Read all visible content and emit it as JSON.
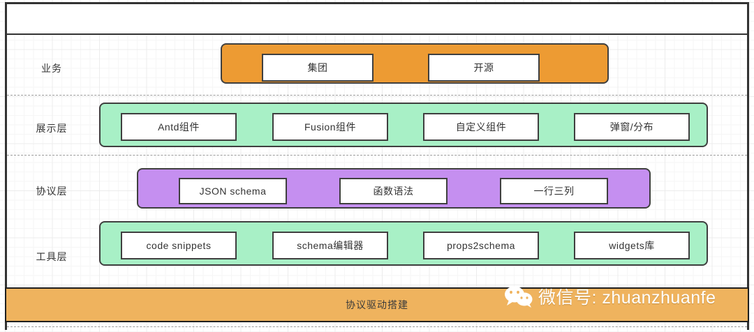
{
  "diagram": {
    "title_band": "",
    "footer_band_label": "协议驱动搭建",
    "colors": {
      "business_bar": "#ED9B33",
      "display_bar": "#A8F0C6",
      "protocol_bar": "#C58FF0",
      "tools_bar": "#A8F0C6",
      "footer_bar": "#EFB35E",
      "chip_fill": "#FFFFFF",
      "stroke": "#3F3F3F",
      "text": "#333333",
      "grid": "#ECECEC"
    },
    "layers": [
      {
        "label": "业务",
        "bar_color_name": "business_bar",
        "items": [
          "集团",
          "开源"
        ]
      },
      {
        "label": "展示层",
        "bar_color_name": "display_bar",
        "items": [
          "Antd组件",
          "Fusion组件",
          "自定义组件",
          "弹窗/分布"
        ]
      },
      {
        "label": "协议层",
        "bar_color_name": "protocol_bar",
        "items": [
          "JSON schema",
          "函数语法",
          "一行三列"
        ]
      },
      {
        "label": "工具层",
        "bar_color_name": "tools_bar",
        "items": [
          "code snippets",
          "schema编辑器",
          "props2schema",
          "widgets库"
        ]
      }
    ]
  },
  "watermark": {
    "icon": "wechat-icon",
    "text": "微信号: zhuanzhuanfe"
  }
}
